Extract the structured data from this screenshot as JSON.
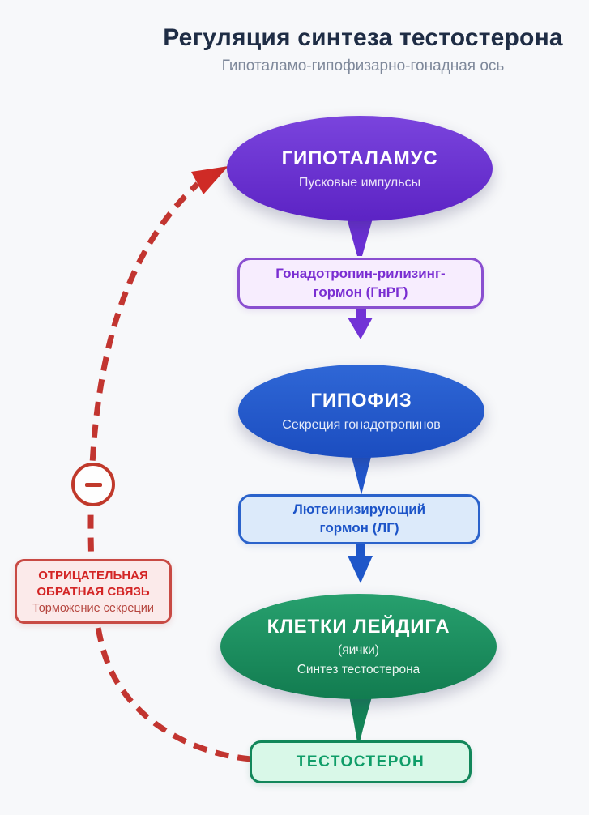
{
  "header": {
    "title": "Регуляция синтеза тестостерона",
    "subtitle": "Гипоталамо-гипофизарно-гонадная ось"
  },
  "flow": {
    "hypothalamus": {
      "name": "ГИПОТАЛАМУС",
      "caption": "Пусковые импульсы"
    },
    "gnrh_hormone": {
      "line1": "Гонадотропин-рилизинг-",
      "line2": "гормон (ГнРГ)"
    },
    "pituitary": {
      "name": "ГИПОФИЗ",
      "caption": "Секреция гонадотропинов"
    },
    "lh_hormone": {
      "line1": "Лютеинизирующий",
      "line2": "гормон (ЛГ)"
    },
    "leydig_cells": {
      "name": "КЛЕТКИ ЛЕЙДИГА",
      "caption1": "(яички)",
      "caption2": "Синтез тестостерона"
    },
    "testosterone": {
      "name": "ТЕСТОСТЕРОН"
    }
  },
  "feedback": {
    "line1": "ОТРИЦАТЕЛЬНАЯ",
    "line2": "ОБРАТНАЯ СВЯЗЬ",
    "caption": "Торможение секреции",
    "sign": "−"
  },
  "colors": {
    "background": "#f7f8fa",
    "title_text": "#1f2d45",
    "subtitle_text": "#7e889a",
    "hypothalamus_gradient_top": "#7a44dd",
    "hypothalamus_gradient_bottom": "#5c23c4",
    "gnrh_box_bg": "#f7edfe",
    "gnrh_box_border": "#8a4fd0",
    "gnrh_box_text": "#7a2ed2",
    "pituitary_gradient_top": "#2f67d6",
    "pituitary_gradient_bottom": "#1b4dc0",
    "lh_box_bg": "#dceafa",
    "lh_box_border": "#2a62cb",
    "lh_box_text": "#1c54c8",
    "leydig_gradient_top": "#27a06e",
    "leydig_gradient_bottom": "#127c50",
    "testosterone_box_bg": "#d9f8e8",
    "testosterone_box_border": "#12875a",
    "testosterone_box_text": "#0f9d68",
    "feedback_box_bg": "#fbeaea",
    "feedback_box_border": "#c84a44",
    "feedback_title_text": "#d32525",
    "feedback_caption_text": "#b5453e",
    "feedback_dash_line": "#c23530",
    "purple_arrow": "#7233d6",
    "blue_arrow": "#1f57c9",
    "green_arrow": "#148457"
  }
}
